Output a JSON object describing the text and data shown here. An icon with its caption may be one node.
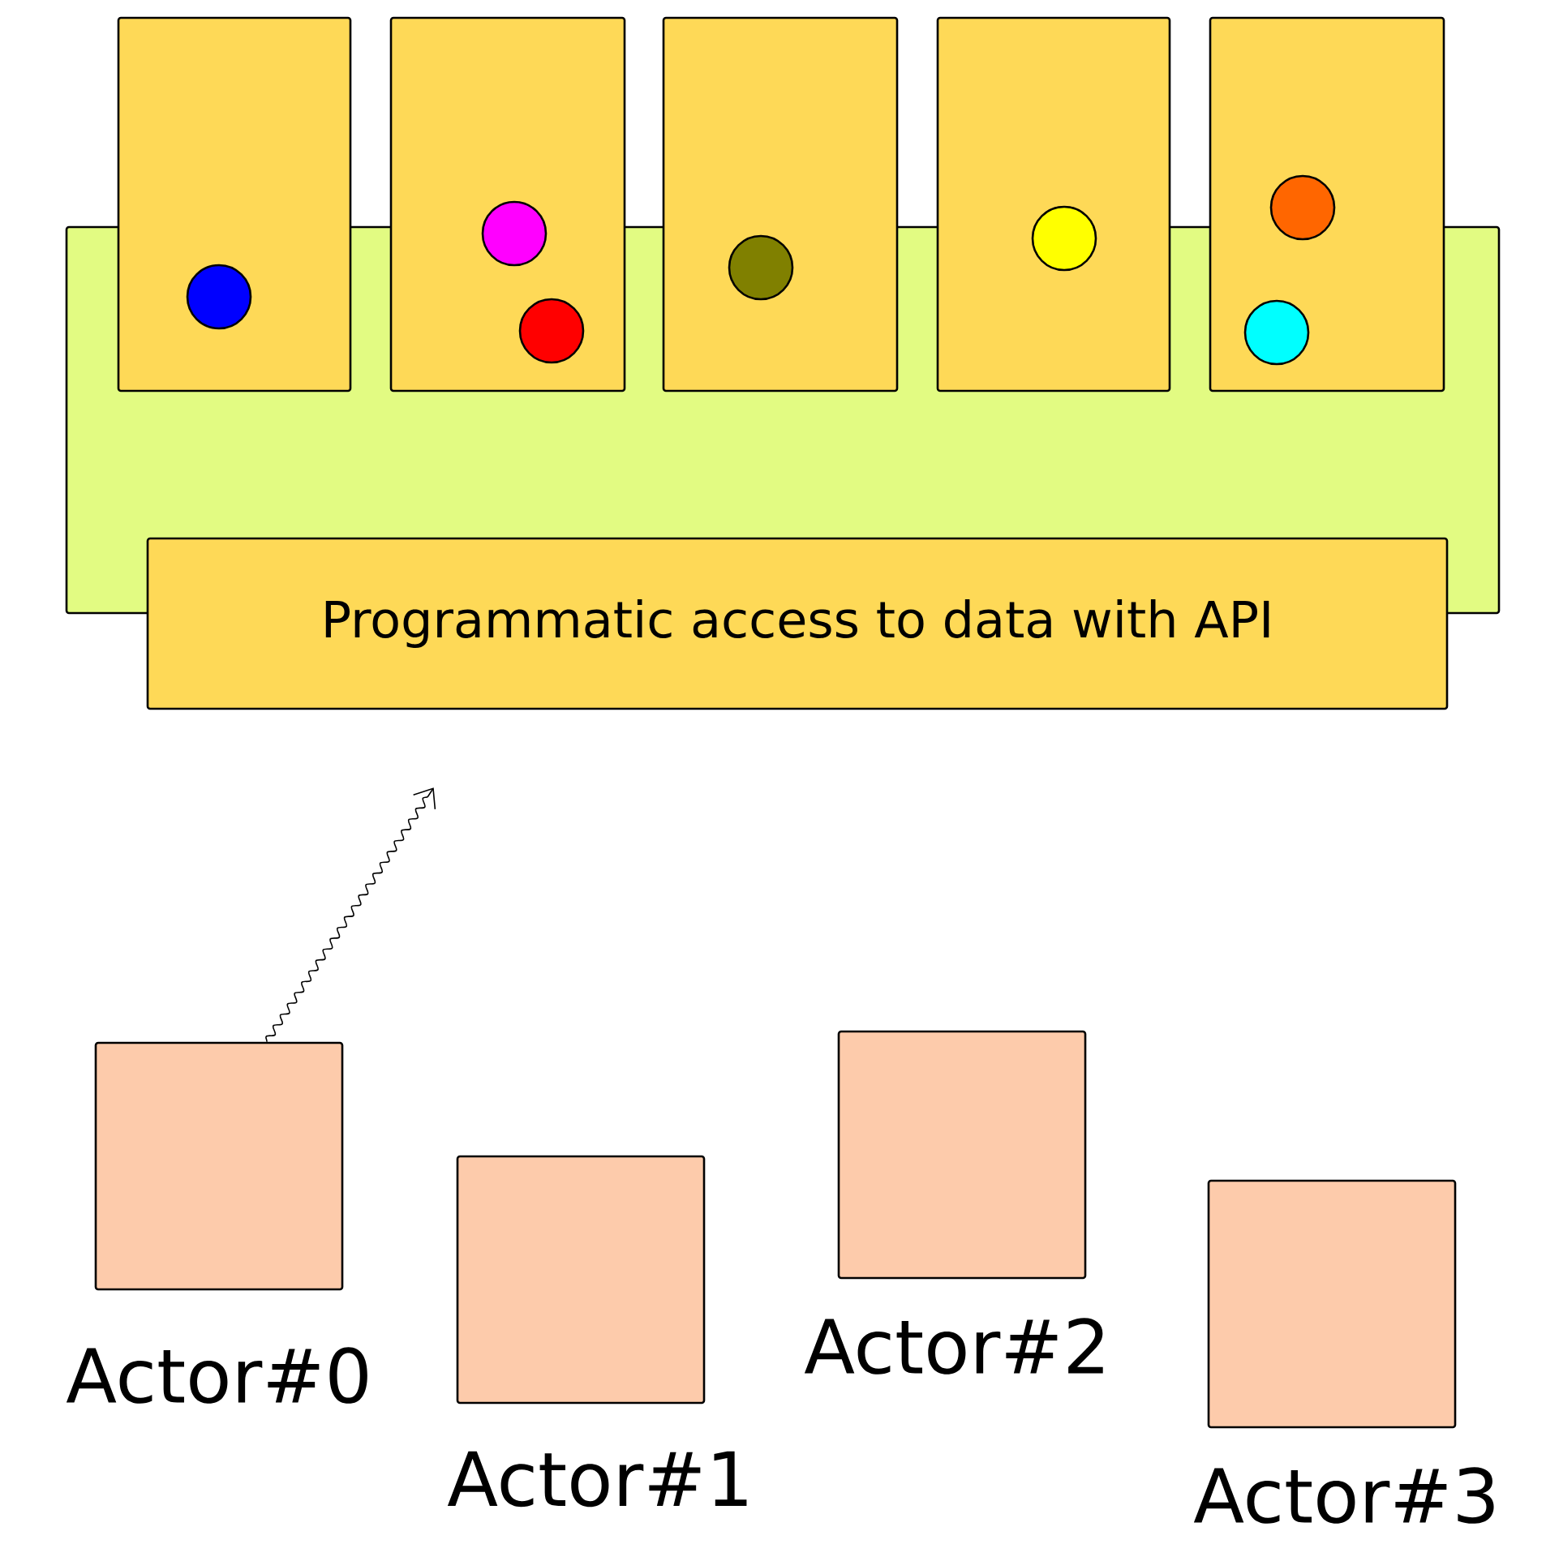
{
  "diagram": {
    "nodes": [
      {
        "text": [],
        "shape": "box"
      },
      {
        "text": [],
        "shape": "box"
      },
      {
        "text": [],
        "shape": "box"
      },
      {
        "text": [],
        "shape": "box"
      },
      {
        "text": [],
        "shape": "box"
      },
      {
        "text": [],
        "shape": "box"
      },
      {
        "text": [
          "Programmatic access to data with API"
        ]
      },
      {
        "text": [
          "Actor#0"
        ]
      },
      {
        "text": [
          "Actor#1"
        ]
      },
      {
        "text": [
          "Actor#2"
        ]
      },
      {
        "text": [
          "Actor#3"
        ]
      }
    ],
    "edges": [
      {
        "from": 7,
        "to": 6,
        "arrow": "to"
      }
    ]
  }
}
